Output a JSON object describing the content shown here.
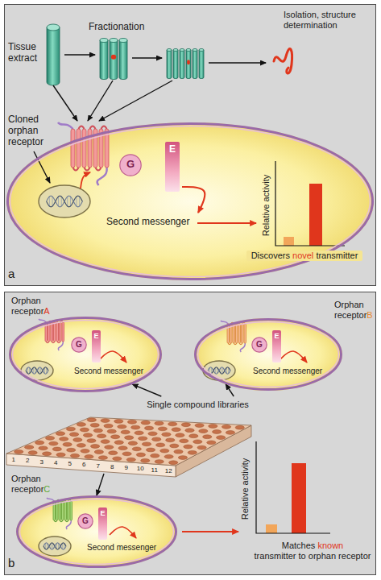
{
  "diagram": {
    "nodes": [
      {
        "text": [
          "a"
        ]
      },
      {
        "text": [
          "Second messenger"
        ],
        "in": 0
      },
      {
        "text": [
          "G"
        ],
        "in": 1
      },
      {
        "text": [
          "E"
        ],
        "in": 1
      },
      {
        "text": [
          "b"
        ]
      },
      {
        "text": [
          "Second messenger"
        ],
        "in": 4
      },
      {
        "text": [
          "G"
        ],
        "in": 5
      },
      {
        "text": [
          "E"
        ],
        "in": 5
      },
      {
        "text": [
          "Second messenger"
        ],
        "in": 4
      },
      {
        "text": [
          "G"
        ],
        "in": 8
      },
      {
        "text": [
          "E"
        ],
        "in": 8
      },
      {
        "text": [
          "Single compound libraries"
        ],
        "in": 4
      },
      {
        "text": [
          "Second messenger"
        ],
        "in": 4
      },
      {
        "text": [
          "G"
        ],
        "in": 12
      },
      {
        "text": [
          "E"
        ],
        "in": 12
      }
    ],
    "edges": [
      {
        "from": 11,
        "to": 5,
        "arrow": "to"
      },
      {
        "from": 11,
        "to": 8,
        "arrow": "to"
      },
      {
        "from": 11,
        "to": 12,
        "arrow": "to"
      }
    ],
    "labels": [
      "Tissue extract",
      "Fractionation",
      "Isolation, structure determination",
      "Cloned orphan receptor",
      "Relative activity",
      "Discovers",
      "novel",
      "transmitter",
      "Orphan receptor",
      "A",
      "Orphan receptor",
      "B",
      "Orphan receptor",
      "C",
      "1",
      "2",
      "3",
      "4",
      "5",
      "6",
      "7",
      "8",
      "9",
      "10",
      "11",
      "12",
      "Relative activity",
      "Matches",
      "known",
      "transmitter to orphan receptor"
    ]
  }
}
